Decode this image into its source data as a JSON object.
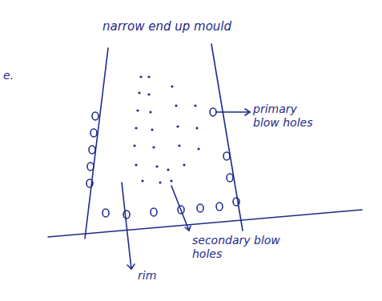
{
  "diagram": {
    "labels": [
      "narrow end up mould",
      "primary blow holes",
      "secondary blow holes",
      "rim",
      "e."
    ]
  }
}
